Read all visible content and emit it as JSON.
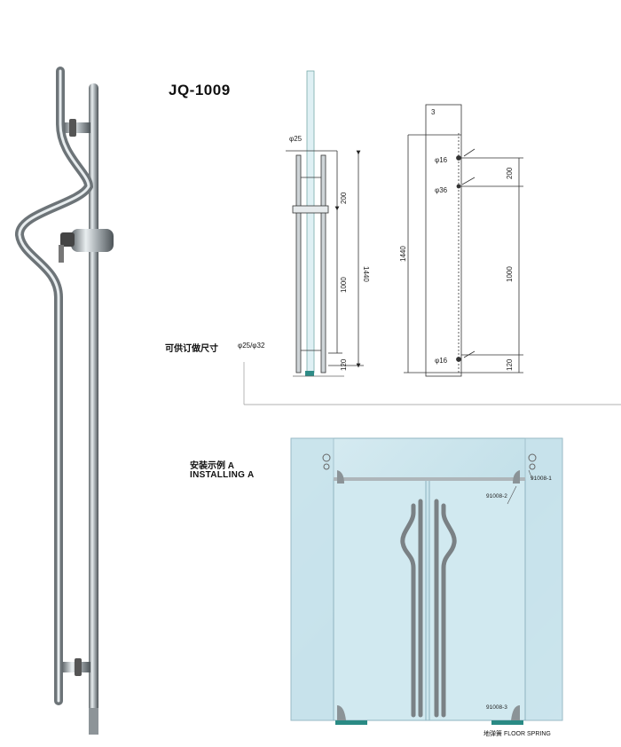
{
  "title": "JQ-1009",
  "custom": {
    "label": "可供订做尺寸",
    "sizes": "φ25/φ32"
  },
  "install": {
    "label_cn": "安装示例 A",
    "label_en": "INSTALLING A"
  },
  "side_view": {
    "diameter": "φ25",
    "dims": [
      "200",
      "1000",
      "1440",
      "120"
    ]
  },
  "front_view": {
    "offset": "3",
    "overall": "1440",
    "fittings": [
      "φ16",
      "φ36",
      "φ16"
    ],
    "dims": [
      "200",
      "1000",
      "120"
    ]
  },
  "parts": {
    "p1": "91008-1",
    "p2": "91008-2",
    "p3": "91008-3"
  },
  "floor_spring": "地弹簧  FLOOR SPRING",
  "colors": {
    "glass": "#cfe6ee",
    "steel": "#9ba3a8",
    "dim_line": "#333333"
  }
}
